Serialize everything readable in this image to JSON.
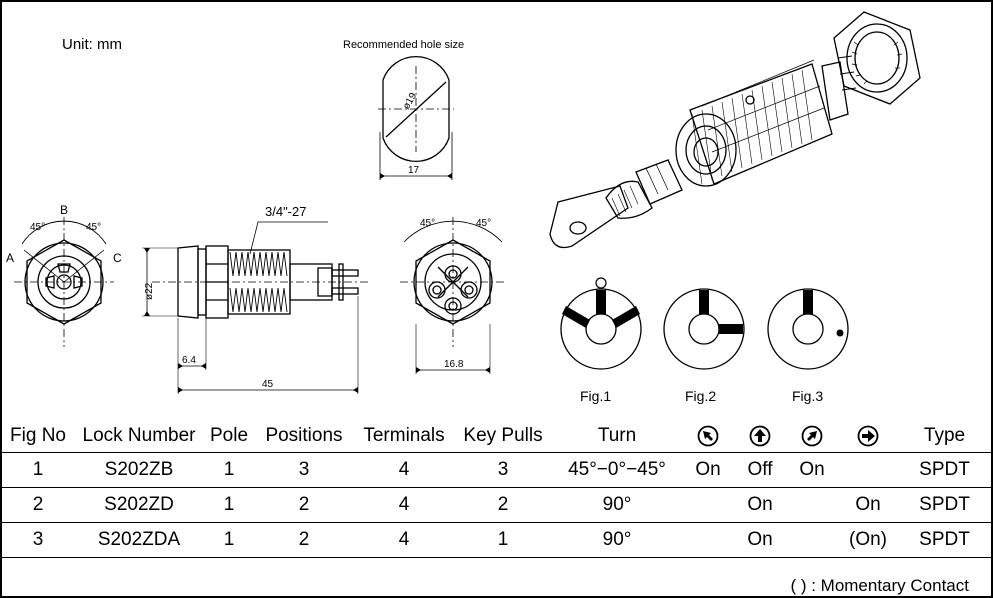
{
  "drawing": {
    "unit_label": "Unit:  mm",
    "hole_title": "Recommended hole size",
    "hole_dia": "ø19",
    "hole_width": "17",
    "thread": "3/4\"-27",
    "dia22": "ø22",
    "dim_64": "6.4",
    "dim_45": "45",
    "dim_168": "16.8",
    "angle_a": "45°",
    "angle_b": "45°",
    "angle_c": "45°",
    "angle_d": "45°",
    "label_a": "A",
    "label_b": "B",
    "label_c": "C",
    "figs": [
      "Fig.1",
      "Fig.2",
      "Fig.3"
    ]
  },
  "table": {
    "headers": {
      "fig": "Fig No",
      "lock": "Lock Number",
      "pole": "Pole",
      "positions": "Positions",
      "terminals": "Terminals",
      "key_pulls": "Key Pulls",
      "turn": "Turn",
      "type": "Type"
    },
    "header_icons": [
      "arrow-up-left-icon",
      "arrow-up-icon",
      "arrow-up-right-icon",
      "arrow-right-icon"
    ],
    "rows": [
      {
        "fig": "1",
        "lock": "S202ZB",
        "pole": "1",
        "positions": "3",
        "terminals": "4",
        "key_pulls": "3",
        "turn": "45°−0°−45°",
        "a": "On",
        "b": "Off",
        "c": "On",
        "d": "",
        "type": "SPDT"
      },
      {
        "fig": "2",
        "lock": "S202ZD",
        "pole": "1",
        "positions": "2",
        "terminals": "4",
        "key_pulls": "2",
        "turn": "90°",
        "a": "",
        "b": "On",
        "c": "",
        "d": "On",
        "type": "SPDT"
      },
      {
        "fig": "3",
        "lock": "S202ZDA",
        "pole": "1",
        "positions": "2",
        "terminals": "4",
        "key_pulls": "1",
        "turn": "90°",
        "a": "",
        "b": "On",
        "c": "",
        "d": "(On)",
        "type": "SPDT"
      }
    ],
    "note": "(   ) : Momentary Contact"
  }
}
